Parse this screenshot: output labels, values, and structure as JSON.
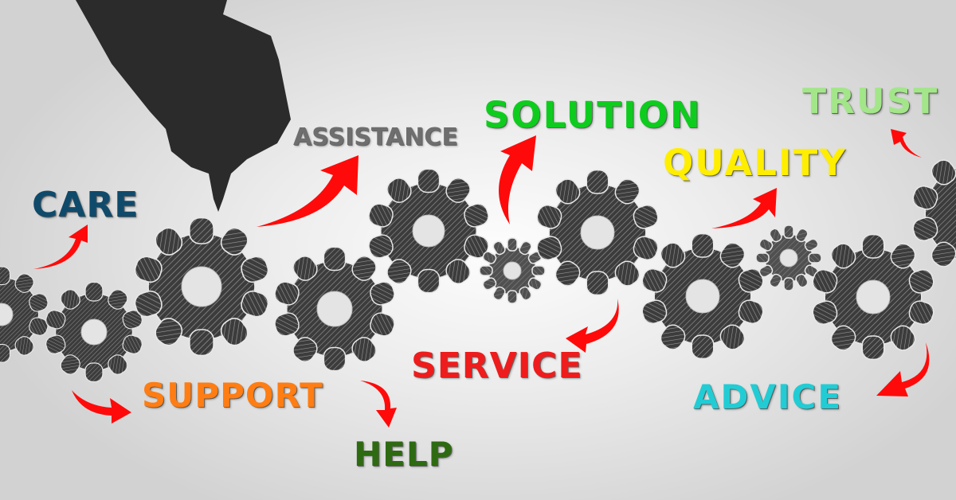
{
  "scene": {
    "description": "Hand drawing interlocking gears with service-related keywords and red arrows",
    "background": "#e6e6e6",
    "gear_fill": "#4a4a4a",
    "arrow_color": "#ff0000",
    "hand_color": "#2b2b2b"
  },
  "words": [
    {
      "id": "care",
      "text": "CARE",
      "color": "#0f4a6b"
    },
    {
      "id": "assistance",
      "text": "ASSISTANCE",
      "color": "#6e6e6e"
    },
    {
      "id": "solution",
      "text": "SOLUTION",
      "color": "#0ecc1e"
    },
    {
      "id": "trust",
      "text": "TRUST",
      "color": "#a3e68a"
    },
    {
      "id": "quality",
      "text": "QUALITY",
      "color": "#ffee00"
    },
    {
      "id": "support",
      "text": "SUPPORT",
      "color": "#ff7d12"
    },
    {
      "id": "help",
      "text": "HELP",
      "color": "#2e6a12"
    },
    {
      "id": "service",
      "text": "SERVICE",
      "color": "#ee1c1c"
    },
    {
      "id": "advice",
      "text": "ADVICE",
      "color": "#22ccd4"
    }
  ]
}
